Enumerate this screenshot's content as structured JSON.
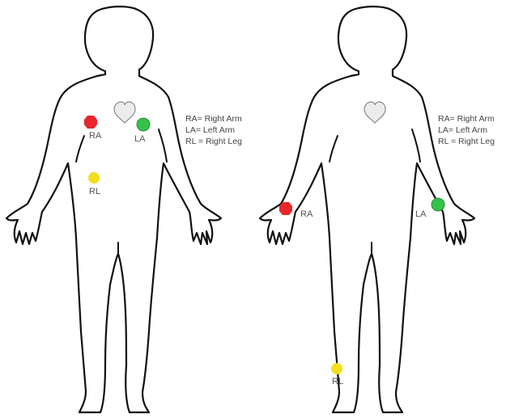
{
  "colors": {
    "ra": "#e8262b",
    "la": "#35c24a",
    "rl": "#f2de1e",
    "outline": "#111111"
  },
  "legend": {
    "ra": "RA= Right Arm",
    "la": "LA= Left Arm",
    "rl": "RL = Right Leg"
  },
  "panels": [
    {
      "electrodes": [
        {
          "id": "ra",
          "label": "RA",
          "shape": "octagon"
        },
        {
          "id": "la",
          "label": "LA",
          "shape": "circle"
        },
        {
          "id": "rl",
          "label": "RL",
          "shape": "circle"
        }
      ]
    },
    {
      "electrodes": [
        {
          "id": "ra",
          "label": "RA",
          "shape": "octagon"
        },
        {
          "id": "la",
          "label": "LA",
          "shape": "circle"
        },
        {
          "id": "rl",
          "label": "RL",
          "shape": "circle"
        }
      ]
    }
  ]
}
